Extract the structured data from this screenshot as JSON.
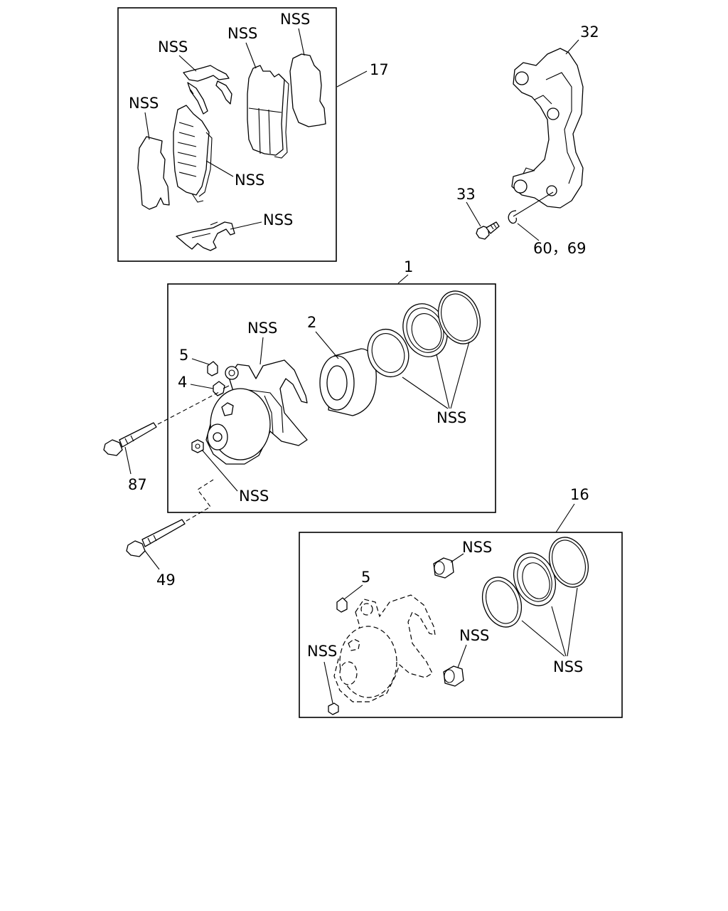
{
  "labels": {
    "l17": "17",
    "l32": "32",
    "l33": "33",
    "l6069": "60，69",
    "l1": "1",
    "l2": "2",
    "l4": "4",
    "l5a": "5",
    "l87": "87",
    "l49": "49",
    "l16": "16",
    "l5b": "5",
    "nss": "NSS"
  }
}
